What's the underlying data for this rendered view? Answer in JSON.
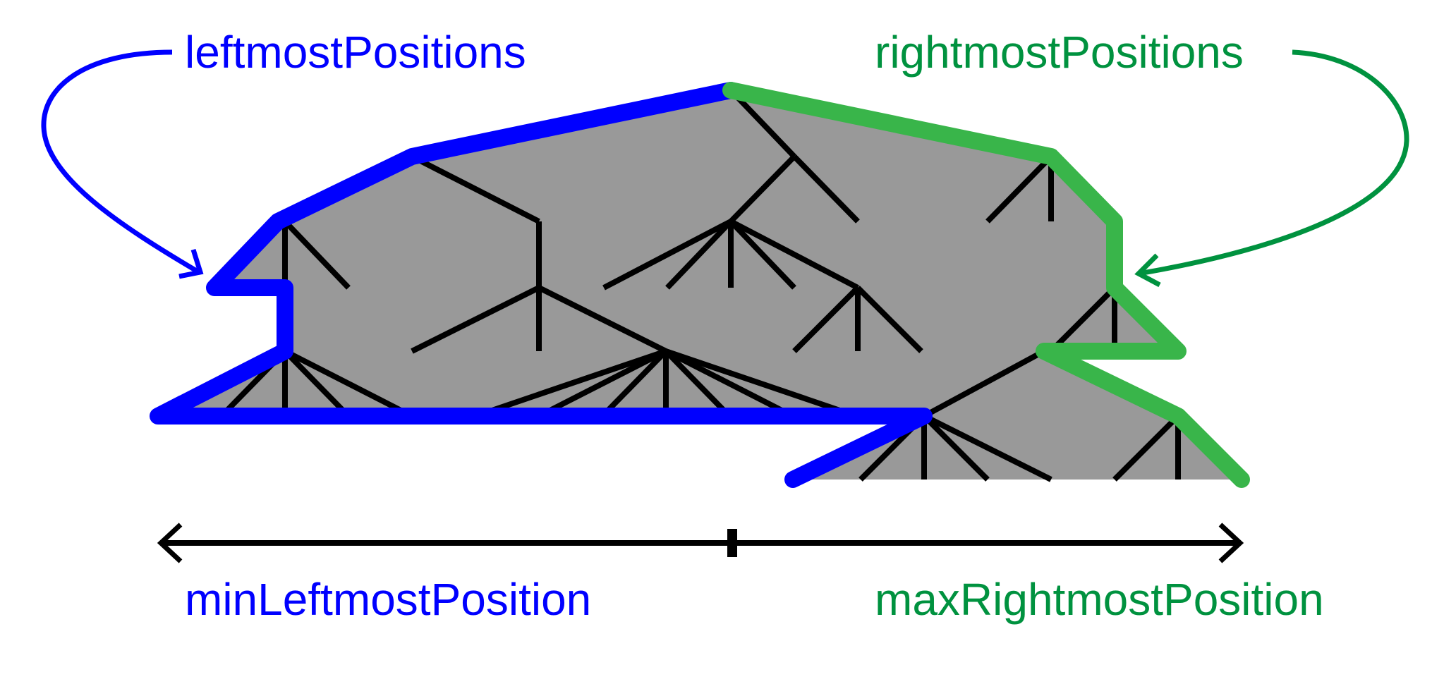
{
  "labels": {
    "leftmost_positions": "leftmostPositions",
    "rightmost_positions": "rightmostPositions",
    "min_leftmost_position": "minLeftmostPosition",
    "max_rightmost_position": "maxRightmostPosition"
  },
  "colors": {
    "blue": "#0000ff",
    "green_line": "#39b54a",
    "green_text": "#00923f",
    "gray_fill": "#999999",
    "black": "#000000"
  }
}
